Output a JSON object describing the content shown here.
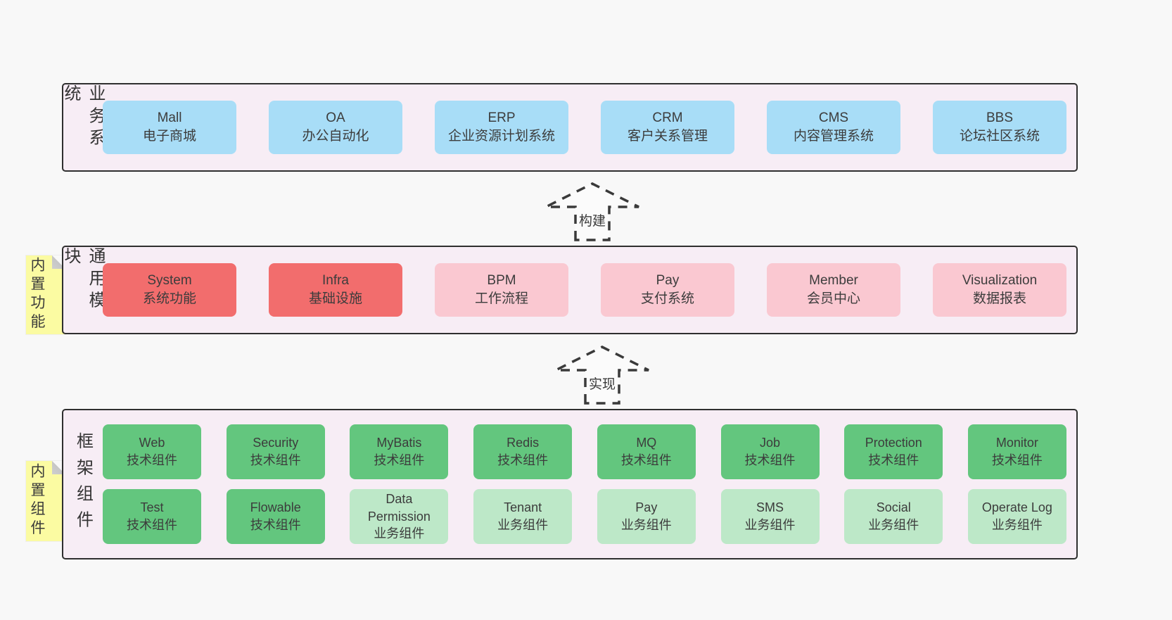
{
  "colors": {
    "page_bg": "#f8f8f8",
    "band_bg": "#f7edf5",
    "border": "#2f2f2f",
    "blue": "#a8ddf7",
    "red": "#f26d6d",
    "pink": "#fac8d1",
    "green": "#63c67e",
    "light_green": "#bde8c8",
    "sticky_yellow": "#fbfba2"
  },
  "stickies": [
    {
      "label": "内置功能"
    },
    {
      "label": "内置组件"
    }
  ],
  "arrows": [
    {
      "label": "构建"
    },
    {
      "label": "实现"
    }
  ],
  "bands": [
    {
      "label": "业务系统",
      "boxes": [
        {
          "title": "Mall",
          "subtitle": "电子商城"
        },
        {
          "title": "OA",
          "subtitle": "办公自动化"
        },
        {
          "title": "ERP",
          "subtitle": "企业资源计划系统"
        },
        {
          "title": "CRM",
          "subtitle": "客户关系管理"
        },
        {
          "title": "CMS",
          "subtitle": "内容管理系统"
        },
        {
          "title": "BBS",
          "subtitle": "论坛社区系统"
        }
      ]
    },
    {
      "label": "通用模块",
      "boxes": [
        {
          "title": "System",
          "subtitle": "系统功能"
        },
        {
          "title": "Infra",
          "subtitle": "基础设施"
        },
        {
          "title": "BPM",
          "subtitle": "工作流程"
        },
        {
          "title": "Pay",
          "subtitle": "支付系统"
        },
        {
          "title": "Member",
          "subtitle": "会员中心"
        },
        {
          "title": "Visualization",
          "subtitle": "数据报表"
        }
      ]
    },
    {
      "label": "框架组件",
      "rows": [
        [
          {
            "title": "Web",
            "subtitle": "技术组件"
          },
          {
            "title": "Security",
            "subtitle": "技术组件"
          },
          {
            "title": "MyBatis",
            "subtitle": "技术组件"
          },
          {
            "title": "Redis",
            "subtitle": "技术组件"
          },
          {
            "title": "MQ",
            "subtitle": "技术组件"
          },
          {
            "title": "Job",
            "subtitle": "技术组件"
          },
          {
            "title": "Protection",
            "subtitle": "技术组件"
          },
          {
            "title": "Monitor",
            "subtitle": "技术组件"
          }
        ],
        [
          {
            "title": "Test",
            "subtitle": "技术组件"
          },
          {
            "title": "Flowable",
            "subtitle": "技术组件"
          },
          {
            "title": "Data Permission",
            "subtitle": "业务组件"
          },
          {
            "title": "Tenant",
            "subtitle": "业务组件"
          },
          {
            "title": "Pay",
            "subtitle": "业务组件"
          },
          {
            "title": "SMS",
            "subtitle": "业务组件"
          },
          {
            "title": "Social",
            "subtitle": "业务组件"
          },
          {
            "title": "Operate Log",
            "subtitle": "业务组件"
          }
        ]
      ]
    }
  ]
}
